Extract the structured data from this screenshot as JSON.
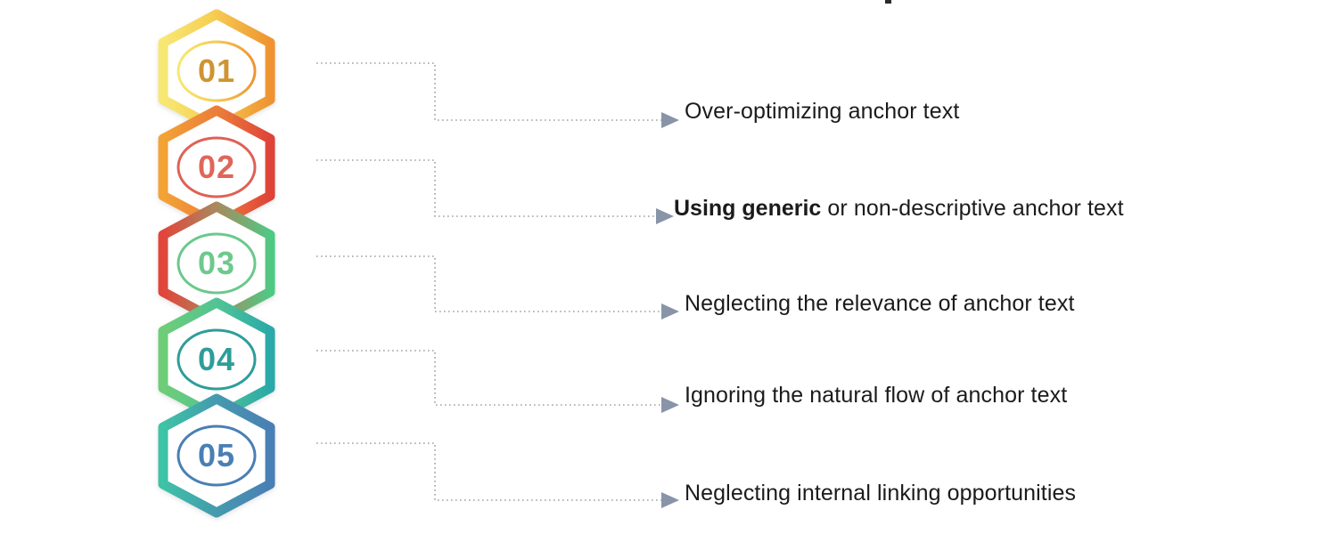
{
  "infographic": {
    "type": "vertical-hexagon-list",
    "background": "#ffffff",
    "arrow_color": "#8894a8",
    "connector_color": "#9aa0aa",
    "text_color": "#1b1b1b",
    "steps": [
      {
        "number": "01",
        "label": "Over-optimizing anchor text",
        "color": "#e8a33d",
        "color_from": "#f5e06a",
        "color_to": "#f0962f",
        "number_color": "#cf9433",
        "emphasis": false
      },
      {
        "number": "02",
        "label": "Using generic or non-descriptive anchor text",
        "color": "#e05c4e",
        "color_from": "#f0962f",
        "color_to": "#e0473c",
        "number_color": "#e0655a",
        "emphasis": true,
        "emphasis_lead": "Using generic",
        "emphasis_rest": " or non-descriptive anchor text"
      },
      {
        "number": "03",
        "label": "Neglecting the relevance of anchor text",
        "color": "#5cc98a",
        "color_from": "#e0473c",
        "color_to": "#4dc97f",
        "number_color": "#6dc98c",
        "emphasis": false
      },
      {
        "number": "04",
        "label": "Ignoring the natural flow of anchor text",
        "color": "#35a9a0",
        "color_from": "#6dcb7d",
        "color_to": "#2aa9a6",
        "number_color": "#2f9d9a",
        "emphasis": false
      },
      {
        "number": "05",
        "label": "Neglecting internal linking opportunities",
        "color": "#4a7fb5",
        "color_from": "#3ec0a8",
        "color_to": "#4a7fb5",
        "number_color": "#4a7fb5",
        "emphasis": false
      }
    ]
  }
}
